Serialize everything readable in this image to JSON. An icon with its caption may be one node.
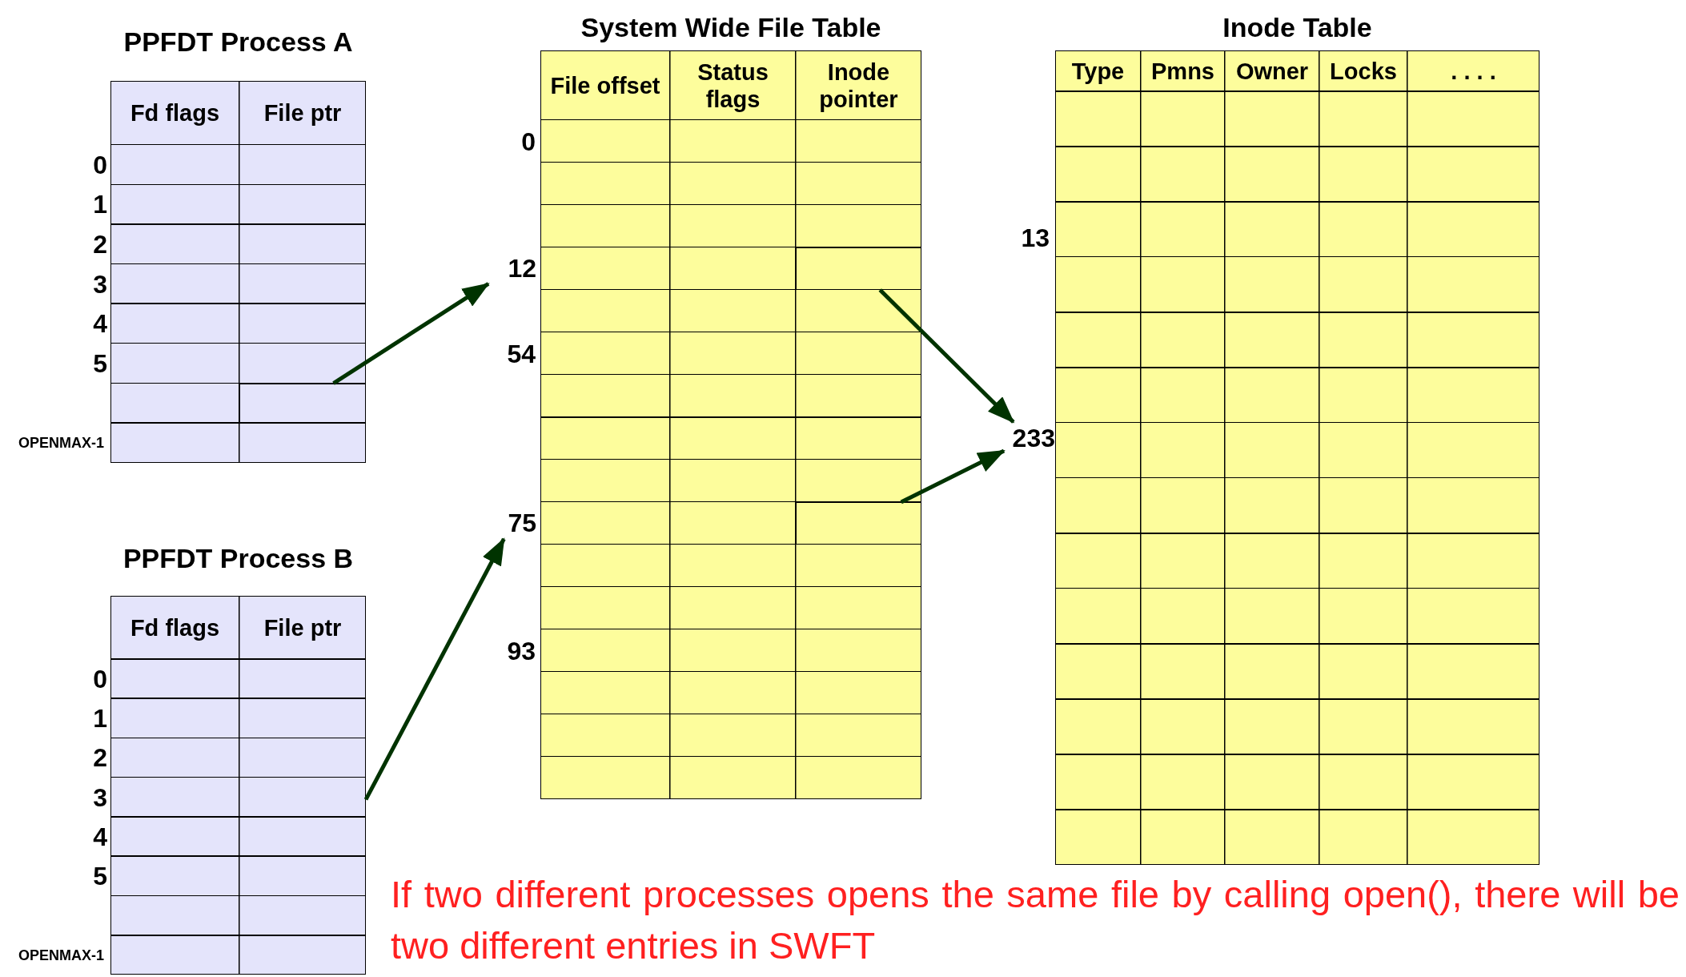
{
  "diagram": {
    "caption": "If two different processes opens the same file by calling open(), there will be two different entries in SWFT",
    "nodes": [
      {
        "text": [
          "PPFDT Process A",
          "Fd flags",
          "File ptr"
        ],
        "beside": [
          "0",
          "1",
          "2",
          "3",
          "4",
          "5",
          "OPENMAX-1"
        ]
      },
      {
        "text": [],
        "shape": "box",
        "in": 0
      },
      {
        "text": [
          "PPFDT Process B",
          "Fd flags",
          "File ptr"
        ],
        "beside": [
          "0",
          "1",
          "2",
          "3",
          "4",
          "5",
          "OPENMAX-1"
        ]
      },
      {
        "text": [
          "System Wide File Table",
          "File offset",
          "Status flags",
          "Inode pointer"
        ],
        "beside": [
          "0",
          "54",
          "93"
        ]
      },
      {
        "text": [
          "12"
        ]
      },
      {
        "text": [
          "75"
        ]
      },
      {
        "text": [],
        "shape": "box",
        "in": 3
      },
      {
        "text": [],
        "shape": "box",
        "in": 3
      },
      {
        "text": [
          "Inode Table",
          "Type",
          "Pmns",
          "Owner",
          "Locks",
          ". . . ."
        ],
        "beside": [
          "13"
        ]
      },
      {
        "text": [
          "233"
        ]
      }
    ],
    "edges": [
      {
        "from": 1,
        "to": 4,
        "arrow": "to"
      },
      {
        "from": 2,
        "to": 5,
        "arrow": "to"
      },
      {
        "from": 6,
        "to": 9,
        "arrow": "to"
      },
      {
        "from": 7,
        "to": 9,
        "arrow": "to"
      }
    ]
  }
}
